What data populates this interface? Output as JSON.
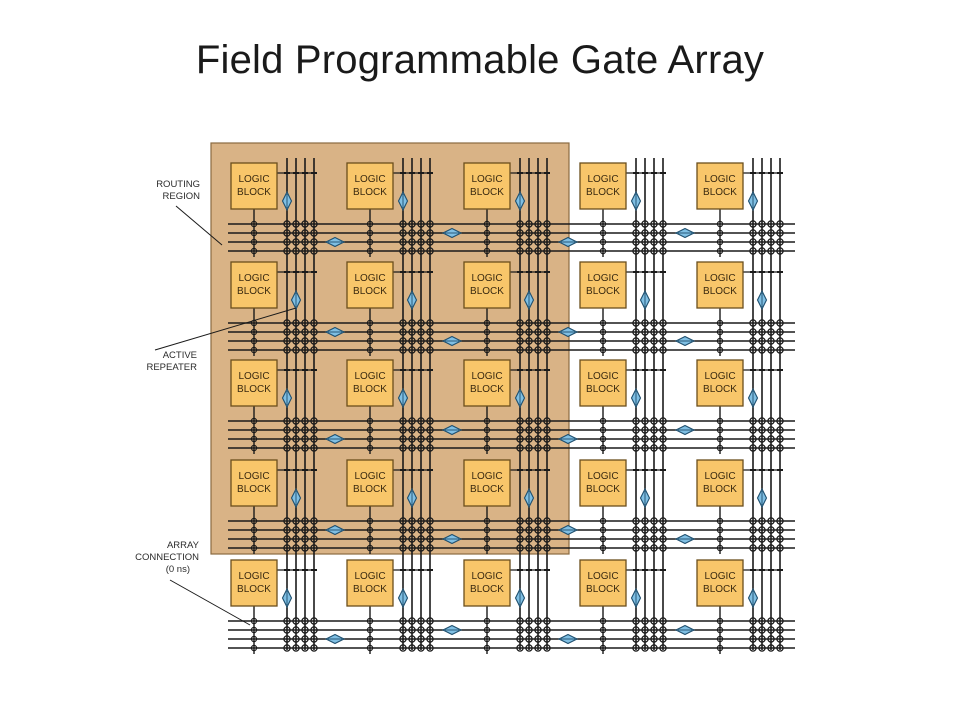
{
  "title": "Field Programmable Gate Array",
  "block_label": [
    "LOGIC",
    "BLOCK"
  ],
  "labels": {
    "routing_region": [
      "ROUTING",
      "REGION"
    ],
    "active_repeater": [
      "ACTIVE",
      "REPEATER"
    ],
    "array_connection": [
      "ARRAY",
      "CONNECTION",
      "(0 ns)"
    ]
  },
  "grid": {
    "rows": 5,
    "cols": 5,
    "highlighted_rows": 4,
    "highlighted_cols": 3
  },
  "colors": {
    "region_fill": "#d9b386",
    "block_fill": "#f8c66a",
    "line": "#1a1a1a",
    "repeater": "#7fbfe3"
  }
}
